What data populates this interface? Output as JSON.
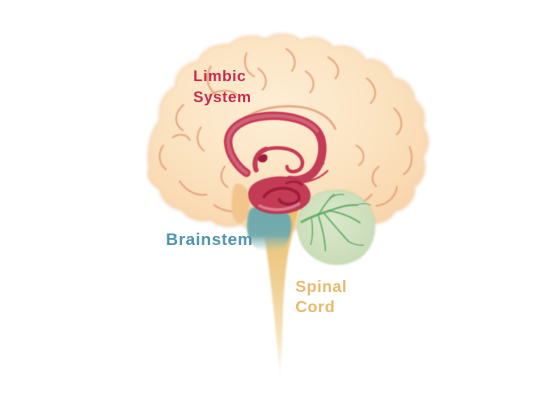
{
  "page": {
    "background": "#ffffff",
    "subject": "Human brain side-view anatomical illustration"
  },
  "labels": {
    "limbic": {
      "line1": "Limbic",
      "line2": "System",
      "color": "#c32a4c"
    },
    "brainstem": {
      "text": "Brainstem",
      "color": "#4e93ad"
    },
    "spinal": {
      "line1": "Spinal",
      "line2": "Cord",
      "color": "#e5ba6a"
    }
  },
  "structures": {
    "cerebrum": {
      "fill": "#fbe2bf",
      "sulci_color": "#e29a72",
      "sulcus_arc_color": "#dd9870"
    },
    "limbic_system": {
      "fill": "#c43a55",
      "accent_dark": "#9e1e3a",
      "accent_light": "#de8a9b"
    },
    "brainstem": {
      "fill": "#6fa9ae"
    },
    "cerebellum": {
      "fill": "#c6dbb5",
      "vein_color": "#58a75f"
    },
    "spinal_cord": {
      "fill": "#ecc172"
    },
    "pituitary_area": {
      "fill": "#f2c58c"
    }
  }
}
